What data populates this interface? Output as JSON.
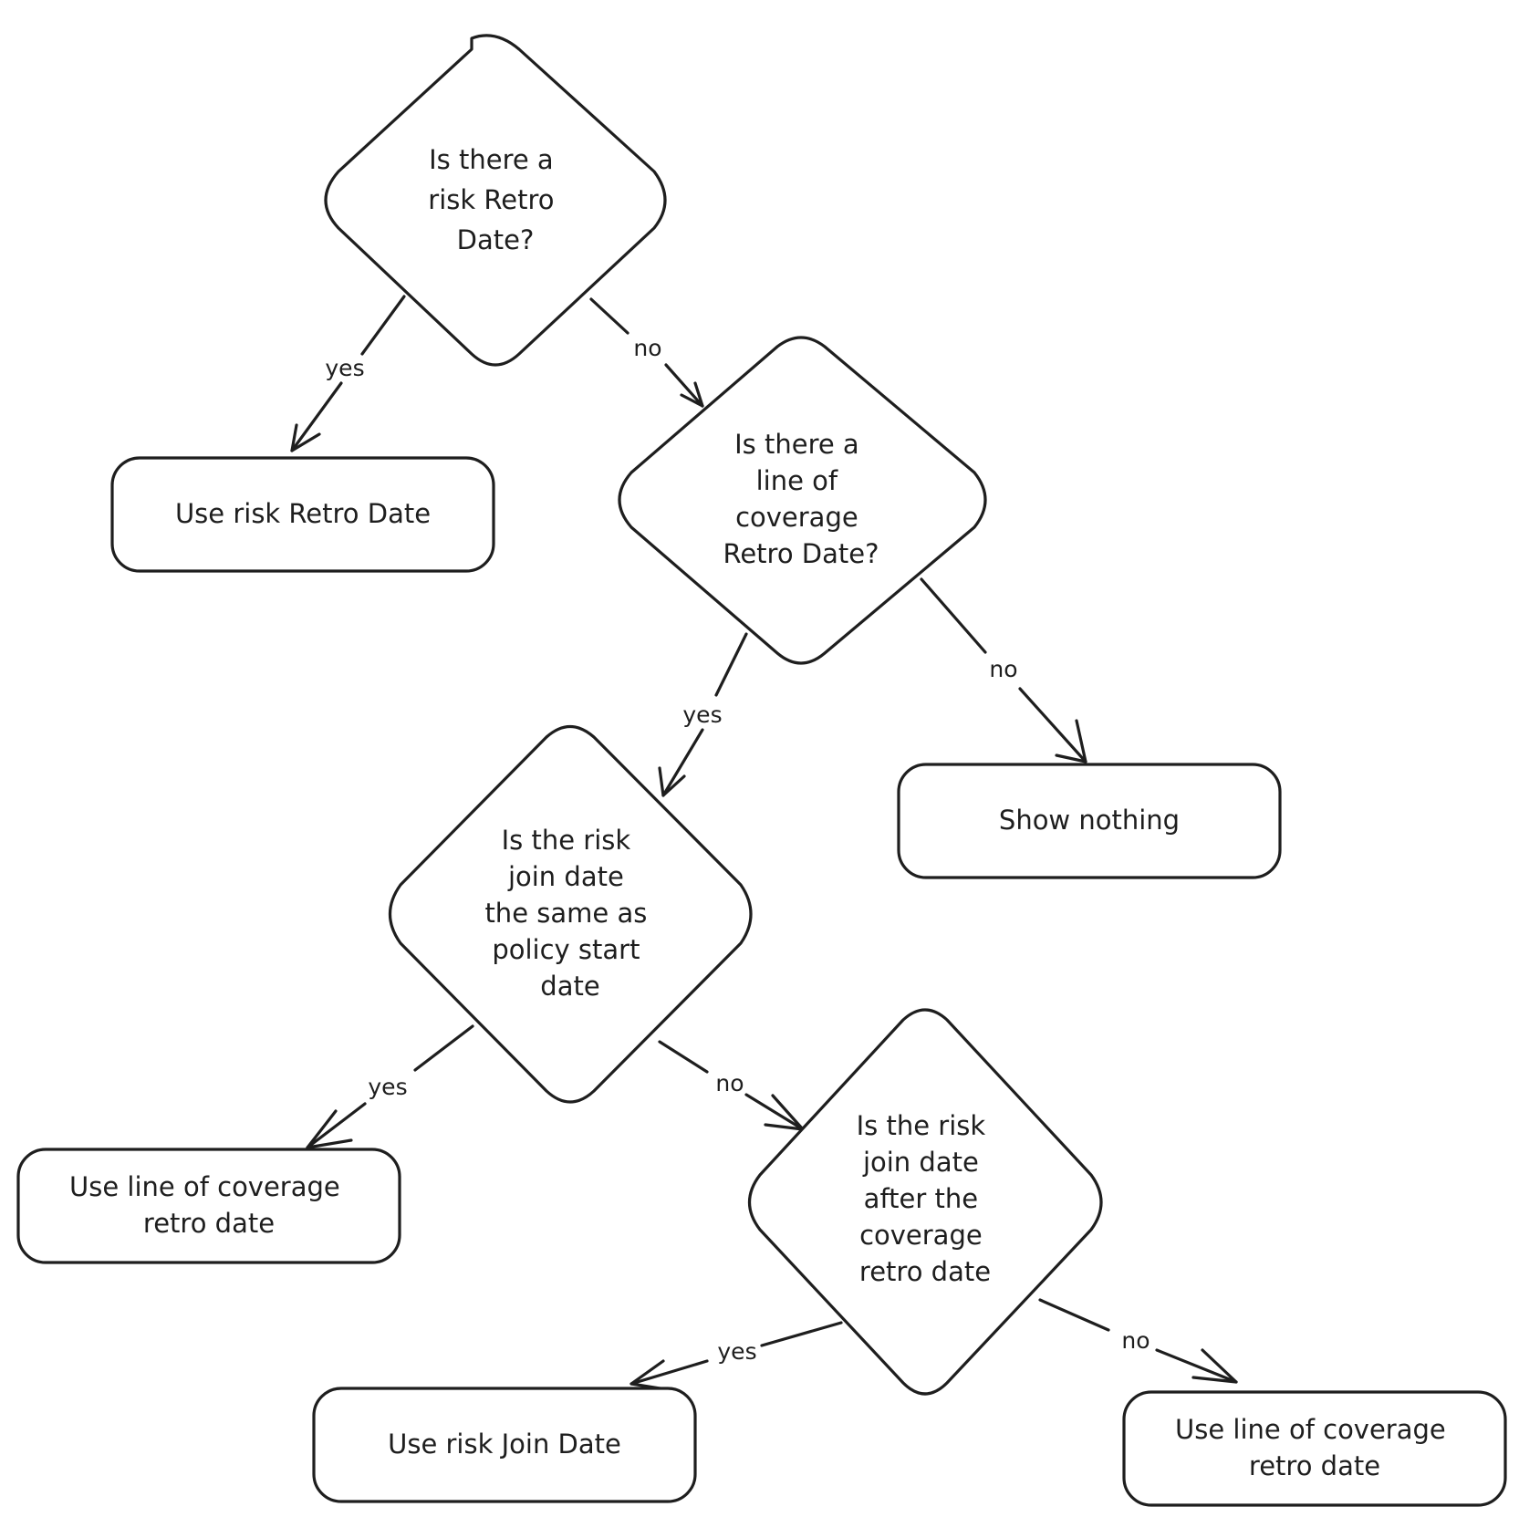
{
  "nodes": {
    "q_risk_retro": {
      "kind": "decision",
      "lines": [
        "Is there a",
        "risk Retro",
        "Date?"
      ]
    },
    "use_risk_retro": {
      "kind": "action",
      "lines": [
        "Use risk Retro Date"
      ]
    },
    "q_loc_retro": {
      "kind": "decision",
      "lines": [
        "Is there a",
        "line of",
        "coverage",
        "Retro Date?"
      ]
    },
    "show_nothing": {
      "kind": "action",
      "lines": [
        "Show nothing"
      ]
    },
    "q_join_same_start": {
      "kind": "decision",
      "lines": [
        "Is the risk",
        "join date",
        "the same as",
        "policy start",
        "date"
      ]
    },
    "use_loc_retro_1": {
      "kind": "action",
      "lines": [
        "Use line of coverage",
        "retro date"
      ]
    },
    "q_join_after_retro": {
      "kind": "decision",
      "lines": [
        "Is the risk",
        "join date",
        "after the",
        "coverage",
        "retro date"
      ]
    },
    "use_risk_join": {
      "kind": "action",
      "lines": [
        "Use risk Join Date"
      ]
    },
    "use_loc_retro_2": {
      "kind": "action",
      "lines": [
        "Use line of coverage",
        "retro date"
      ]
    }
  },
  "edges": [
    {
      "id": "e1",
      "from": "q_risk_retro",
      "to": "use_risk_retro",
      "label": "yes"
    },
    {
      "id": "e2",
      "from": "q_risk_retro",
      "to": "q_loc_retro",
      "label": "no"
    },
    {
      "id": "e3",
      "from": "q_loc_retro",
      "to": "q_join_same_start",
      "label": "yes"
    },
    {
      "id": "e4",
      "from": "q_loc_retro",
      "to": "show_nothing",
      "label": "no"
    },
    {
      "id": "e5",
      "from": "q_join_same_start",
      "to": "use_loc_retro_1",
      "label": "yes"
    },
    {
      "id": "e6",
      "from": "q_join_same_start",
      "to": "q_join_after_retro",
      "label": "no"
    },
    {
      "id": "e7",
      "from": "q_join_after_retro",
      "to": "use_risk_join",
      "label": "yes"
    },
    {
      "id": "e8",
      "from": "q_join_after_retro",
      "to": "use_loc_retro_2",
      "label": "no"
    }
  ],
  "colors": {
    "stroke": "#1e1e1e",
    "background": "#ffffff"
  }
}
